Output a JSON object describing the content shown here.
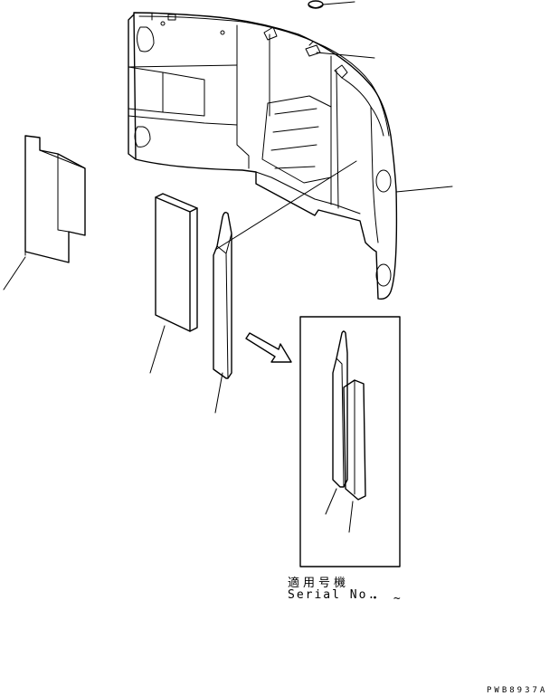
{
  "applicability": {
    "label_jp": "適用号機",
    "label_en": "Serial No.",
    "range": "・ ~"
  },
  "drawing_code": "PWB8937A"
}
